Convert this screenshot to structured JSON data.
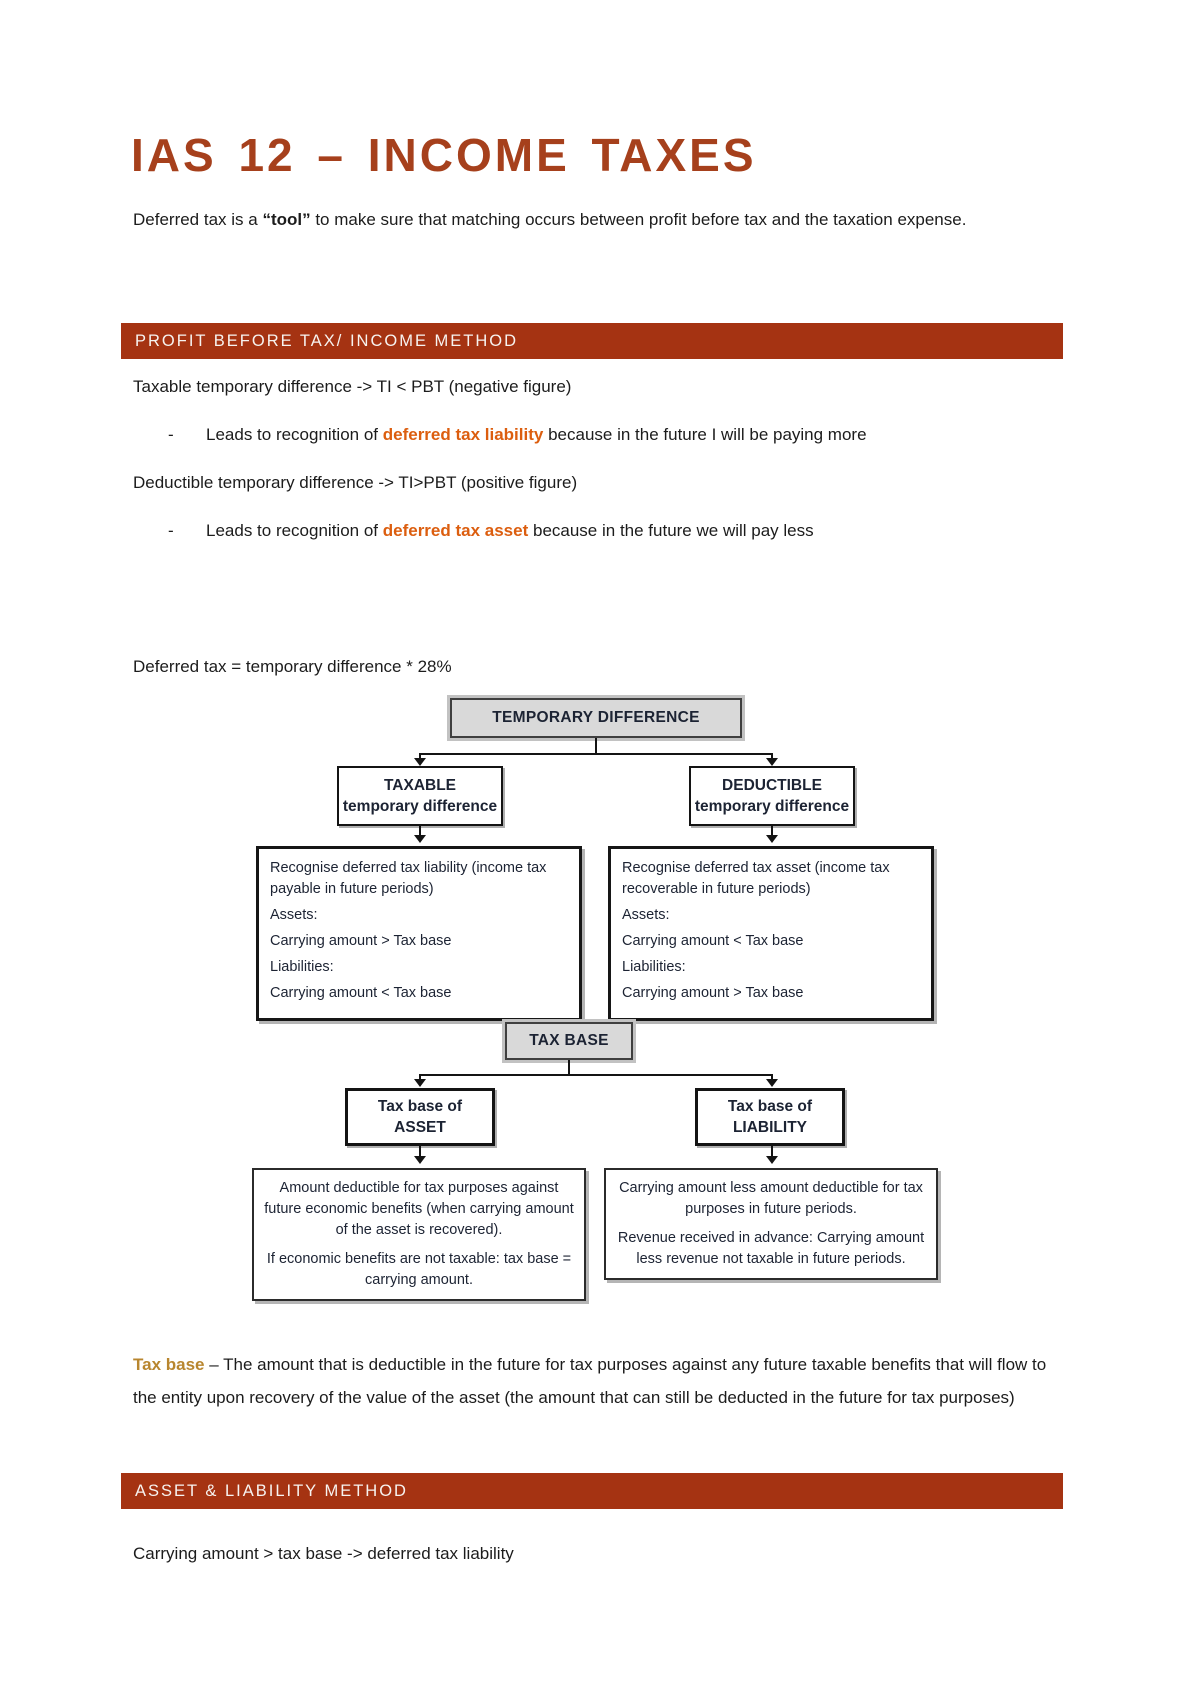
{
  "colors": {
    "title": "#A6401C",
    "bar": "#A53312",
    "orange": "#DC5E0F",
    "gold": "#B8862F"
  },
  "doc": {
    "title": "IAS 12 – INCOME TAXES",
    "intro_pre": "Deferred tax is a ",
    "intro_bold": "“tool”",
    "intro_post": " to make sure that matching occurs between profit before tax and the taxation expense."
  },
  "section1": {
    "header": "PROFIT BEFORE TAX/ INCOME METHOD",
    "line1": "Taxable temporary difference -> TI < PBT (negative figure)",
    "bullet_dash": "-",
    "bullet1_pre": "Leads to recognition of ",
    "bullet1_highlight": "deferred tax liability",
    "bullet1_post": " because in the future I will be paying more",
    "line2": "Deductible temporary difference -> TI>PBT (positive figure)",
    "bullet2_pre": "Leads to recognition of ",
    "bullet2_highlight": "deferred tax asset",
    "bullet2_post": " because in the future we will pay less",
    "formula": "Deferred tax = temporary difference * 28%"
  },
  "diagram1": {
    "root": "TEMPORARY DIFFERENCE",
    "left_title1": "TAXABLE",
    "left_title2": "temporary difference",
    "right_title1": "DEDUCTIBLE",
    "right_title2": "temporary difference",
    "left_desc": [
      "Recognise deferred tax liability (income tax payable in future periods)",
      "Assets:",
      "Carrying amount > Tax base",
      "Liabilities:",
      "Carrying amount < Tax base"
    ],
    "right_desc": [
      "Recognise deferred tax asset (income tax recoverable in future periods)",
      "Assets:",
      "Carrying amount < Tax base",
      "Liabilities:",
      "Carrying amount > Tax base"
    ]
  },
  "diagram2": {
    "root": "TAX BASE",
    "left_title1": "Tax base of",
    "left_title2": "ASSET",
    "right_title1": "Tax base of",
    "right_title2": "LIABILITY",
    "left_desc": [
      "Amount deductible for tax purposes against future economic benefits (when carrying amount of the asset is recovered).",
      "If economic benefits are not taxable: tax base = carrying amount."
    ],
    "right_desc": [
      "Carrying amount less amount deductible for tax purposes in future periods.",
      "Revenue received in advance: Carrying amount less revenue not taxable in future periods."
    ]
  },
  "taxbase_def": {
    "lead": "Tax base",
    "rest": " – The amount that is deductible in the future for tax purposes against any future taxable benefits that will flow to the entity upon recovery of the value of the asset (the amount that can still be deducted in the future for tax purposes)"
  },
  "section2": {
    "header": "ASSET & LIABILITY METHOD",
    "line1": "Carrying amount > tax base -> deferred tax liability"
  }
}
